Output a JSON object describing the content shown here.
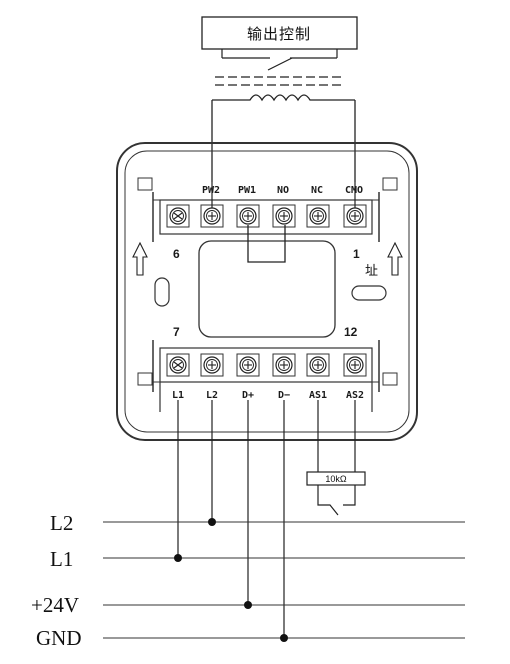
{
  "control_box": {
    "label": "输出控制"
  },
  "top_terminals": [
    "PW2",
    "PW1",
    "NO",
    "NC",
    "CMO"
  ],
  "bottom_terminals": [
    "L1",
    "L2",
    "D+",
    "D−",
    "AS1",
    "AS2"
  ],
  "terminal_numbers": {
    "top_left": "6",
    "top_right": "1",
    "bottom_left": "7",
    "bottom_right": "12"
  },
  "side_mark": "址",
  "resistor": {
    "label": "10kΩ"
  },
  "bus_lines": [
    "L2",
    "L1",
    "+24V",
    "GND"
  ]
}
